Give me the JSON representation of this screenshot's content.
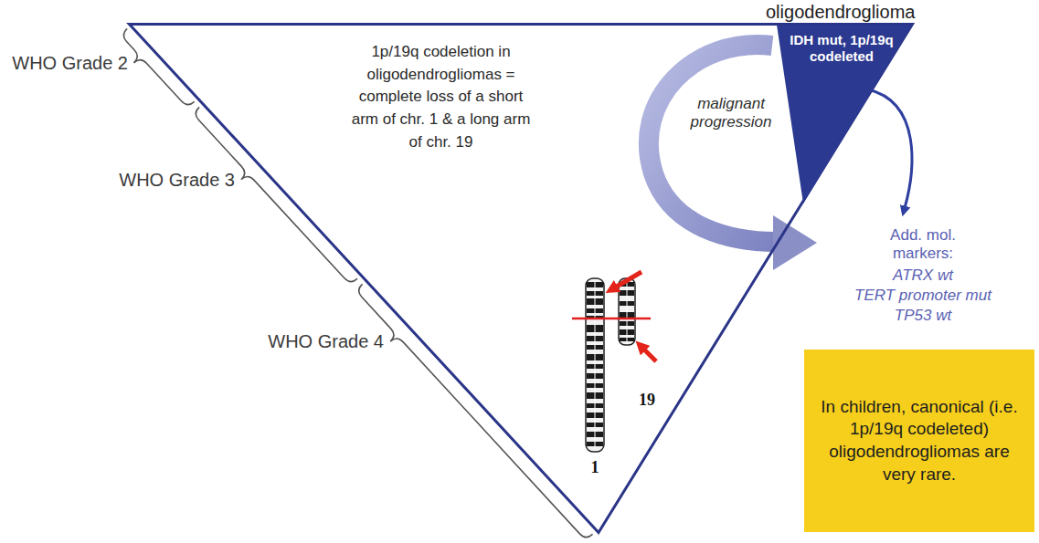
{
  "diagram": {
    "nodes": [
      {
        "text": [
          "1p/19q codeletion in oligodendrogliomas = complete loss of a short arm of chr. 1 & a long arm of chr. 19"
        ]
      },
      {
        "text": [
          "oligodendroglioma",
          "IDH mut, 1p/19q codeleted"
        ],
        "in": 0
      },
      {
        "text": [
          "In children, canonical (i.e. 1p/19q codeleted) oligodendrogliomas are very rare."
        ]
      }
    ],
    "labels": [
      "WHO Grade 2",
      "WHO Grade 3",
      "WHO Grade 4",
      "malignant progression",
      "1",
      "19",
      "Add. mol. markers:",
      "ATRX wt",
      "TERT promoter mut",
      "TP53 wt"
    ]
  }
}
